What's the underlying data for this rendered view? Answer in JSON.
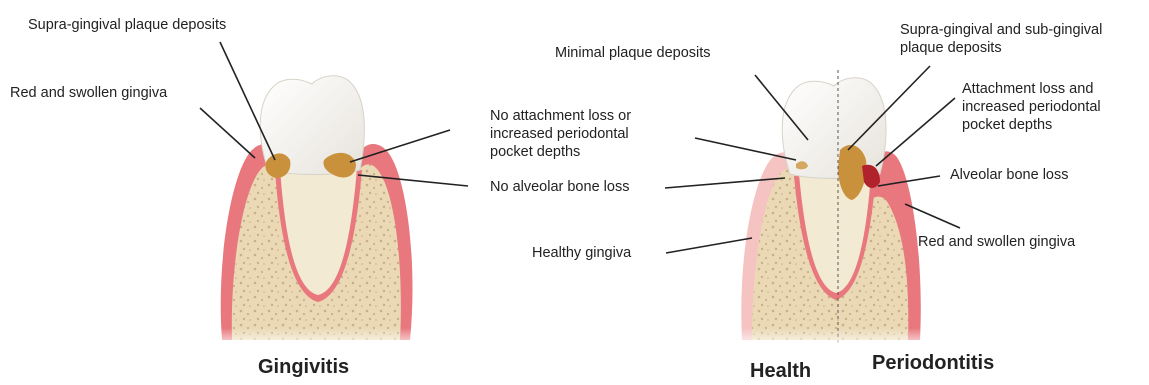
{
  "labels": {
    "gingivitis": {
      "supra_plaque": "Supra-gingival plaque deposits",
      "red_swollen": "Red and swollen gingiva",
      "no_attachment_loss": [
        "No attachment loss or",
        "increased periodontal",
        "pocket depths"
      ],
      "no_bone_loss": "No alveolar bone loss"
    },
    "health": {
      "minimal_plaque": "Minimal plaque deposits",
      "healthy_gingiva": "Healthy gingiva"
    },
    "periodontitis": {
      "supra_sub_plaque": [
        "Supra-gingival and sub-gingival",
        "plaque deposits"
      ],
      "attachment_loss": [
        "Attachment loss and",
        "increased periodontal",
        "pocket depths"
      ],
      "bone_loss": "Alveolar bone loss",
      "red_swollen": "Red and swollen gingiva"
    }
  },
  "titles": {
    "gingivitis": "Gingivitis",
    "health": "Health",
    "periodontitis": "Periodontitis"
  },
  "colors": {
    "gingiva": "#e8787e",
    "gingiva_light": "#f6c3c3",
    "bone": "#ead9b4",
    "bone_speckle": "#c9b089",
    "tooth_crown": "#f7f7f5",
    "tooth_root": "#f3ead3",
    "plaque": "#c9913b",
    "line": "#222222"
  }
}
